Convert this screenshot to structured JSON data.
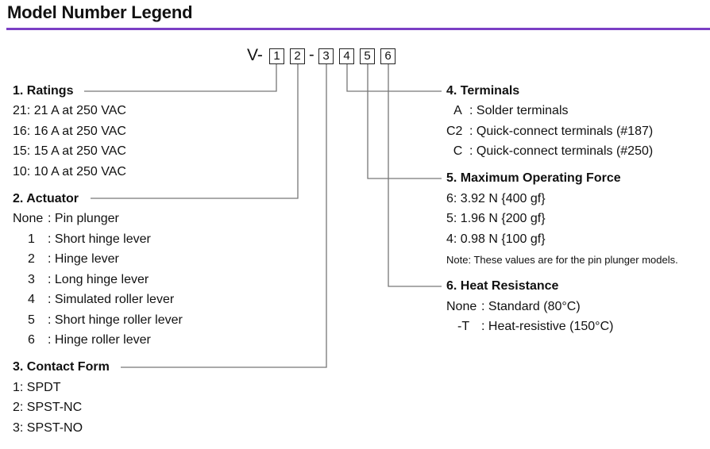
{
  "title": "Model Number Legend",
  "accent_color": "#7b3fc4",
  "model_code": {
    "prefix": "V-",
    "separator": "-",
    "boxes": [
      "1",
      "2",
      "3",
      "4",
      "5",
      "6"
    ]
  },
  "sections": {
    "ratings": {
      "title": "1. Ratings",
      "items": [
        {
          "key": "21:",
          "value": "21 A at 250 VAC"
        },
        {
          "key": "16:",
          "value": "16 A at 250 VAC"
        },
        {
          "key": "15:",
          "value": "15 A at 250 VAC"
        },
        {
          "key": "10:",
          "value": "10 A at 250 VAC"
        }
      ]
    },
    "actuator": {
      "title": "2. Actuator",
      "items": [
        {
          "key": "None",
          "value": ": Pin plunger"
        },
        {
          "key": "1",
          "value": ": Short hinge lever"
        },
        {
          "key": "2",
          "value": ": Hinge lever"
        },
        {
          "key": "3",
          "value": ": Long hinge lever"
        },
        {
          "key": "4",
          "value": ": Simulated roller lever"
        },
        {
          "key": "5",
          "value": ": Short hinge roller lever"
        },
        {
          "key": "6",
          "value": ": Hinge roller lever"
        }
      ]
    },
    "contact_form": {
      "title": "3. Contact Form",
      "items": [
        {
          "key": "1:",
          "value": "SPDT"
        },
        {
          "key": "2:",
          "value": "SPST-NC"
        },
        {
          "key": "3:",
          "value": "SPST-NO"
        }
      ]
    },
    "terminals": {
      "title": "4. Terminals",
      "items": [
        {
          "key": "A",
          "value": ": Solder terminals"
        },
        {
          "key": "C2",
          "value": ": Quick-connect terminals (#187)"
        },
        {
          "key": "C",
          "value": ": Quick-connect terminals (#250)"
        }
      ]
    },
    "operating_force": {
      "title": "5. Maximum Operating Force",
      "items": [
        {
          "key": "6:",
          "value": "3.92 N {400 gf}"
        },
        {
          "key": "5:",
          "value": "1.96 N {200 gf}"
        },
        {
          "key": "4:",
          "value": "0.98 N {100 gf}"
        }
      ],
      "note": "Note: These values are for the pin plunger models."
    },
    "heat_resistance": {
      "title": "6. Heat Resistance",
      "items": [
        {
          "key": "None",
          "value": ": Standard (80°C)"
        },
        {
          "key": "-T",
          "value": ": Heat-resistive (150°C)"
        }
      ]
    }
  }
}
